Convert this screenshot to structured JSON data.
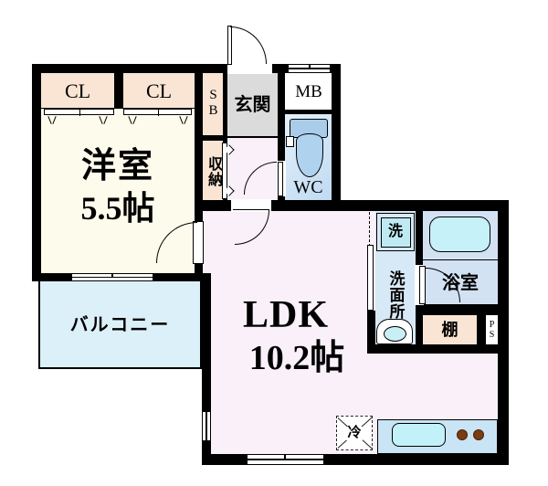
{
  "floorplan": {
    "rooms": {
      "western_room": {
        "name": "洋室",
        "size": "5.5帖"
      },
      "ldk": {
        "name": "LDK",
        "size": "10.2帖"
      },
      "balcony": {
        "name": "バルコニー"
      },
      "entrance": {
        "name": "玄関"
      },
      "toilet": {
        "name": "WC"
      },
      "bathroom": {
        "name": "浴室"
      },
      "washroom": {
        "name": "洗面所"
      },
      "closet_left": {
        "name": "CL"
      },
      "closet_right": {
        "name": "CL"
      },
      "shoe_box": {
        "name": "SB"
      },
      "storage": {
        "name": "収納"
      },
      "meter_box": {
        "name": "MB"
      },
      "pipe_space": {
        "name": "PS"
      },
      "shelf": {
        "name": "棚"
      }
    },
    "fixtures": {
      "washing_machine": {
        "name": "洗"
      },
      "refrigerator": {
        "name": "冷"
      }
    },
    "colors": {
      "wall": "#000000",
      "closet_cream": "#FAE5D4",
      "western_room_ivory": "#FDFBEC",
      "entrance_gray": "#DBDBDB",
      "ldk_pink": "#F9F0F9",
      "wet_area_blue": "#D7E8F6",
      "balcony_blue": "#DCF0F9",
      "fixture_cyan": "#C6F1F8",
      "kitchen_blue": "#C9E4F5",
      "toilet_blue": "#A9CCEA",
      "burner_brown": "#7B3C10"
    }
  }
}
